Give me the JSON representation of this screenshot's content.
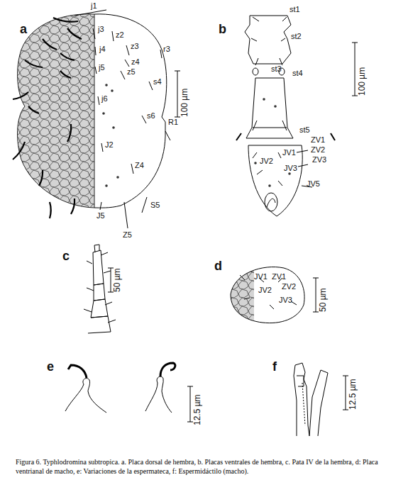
{
  "diagram": {
    "caption": "Figura 6. Typhlodromina subtropica. a. Placa dorsal de hembra, b. Placas ventrales de hembra, c. Pata IV de la hembra, d: Placa ventrianal de macho, e: Variaciones de la espermateca, f: Espermidáctilo (macho).",
    "labels": [
      "a",
      "j1",
      "j3",
      "z2",
      "j4",
      "z3",
      "r3",
      "z4",
      "j5",
      "z5",
      "s4",
      "j6",
      "s6",
      "R1",
      "J2",
      "Z4",
      "S5",
      "J5",
      "Z5",
      "100 µm",
      "b",
      "st1",
      "st2",
      "st3",
      "st4",
      "st5",
      "ZV1",
      "JV1",
      "ZV2",
      "JV2",
      "ZV3",
      "JV3",
      "JV5",
      "100 µm",
      "c",
      "50 µm",
      "d",
      "JV1",
      "ZV1",
      "JV2",
      "ZV2",
      "JV3",
      "50 µm",
      "e",
      "12.5 µm",
      "f",
      "12.5 µm"
    ]
  }
}
